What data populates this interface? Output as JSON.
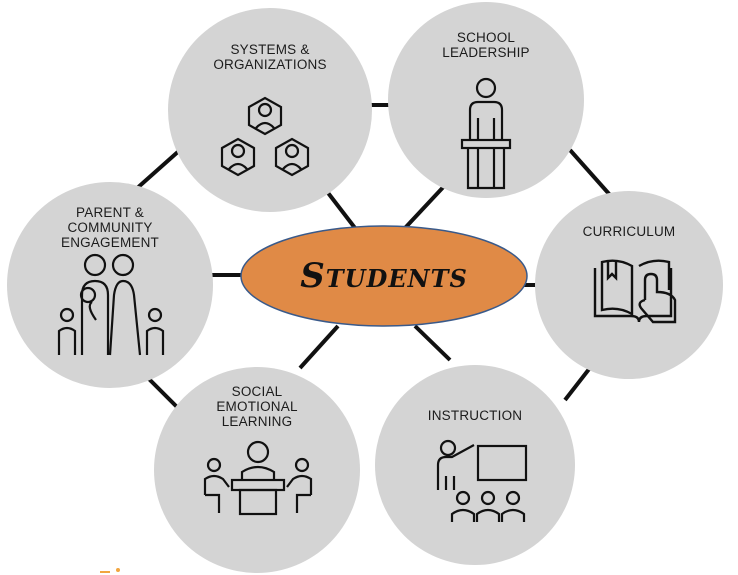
{
  "center": {
    "label": "Students",
    "fill": "#e08a46",
    "stroke": "#3a5a8a"
  },
  "node_fill": "#d4d4d4",
  "line_color": "#111111",
  "nodes": [
    {
      "id": "systems",
      "label": "SYSTEMS &\nORGANIZATIONS",
      "icon": "group-hexagons-icon"
    },
    {
      "id": "leadership",
      "label": "SCHOOL\nLEADERSHIP",
      "icon": "podium-speaker-icon"
    },
    {
      "id": "curriculum",
      "label": "CURRICULUM",
      "icon": "book-pointer-icon"
    },
    {
      "id": "instruction",
      "label": "INSTRUCTION",
      "icon": "teacher-board-icon"
    },
    {
      "id": "sel",
      "label": "SOCIAL\nEMOTIONAL\nLEARNING",
      "icon": "meeting-table-icon"
    },
    {
      "id": "parent",
      "label": "PARENT &\nCOMMUNITY\nENGAGEMENT",
      "icon": "family-icon"
    }
  ]
}
